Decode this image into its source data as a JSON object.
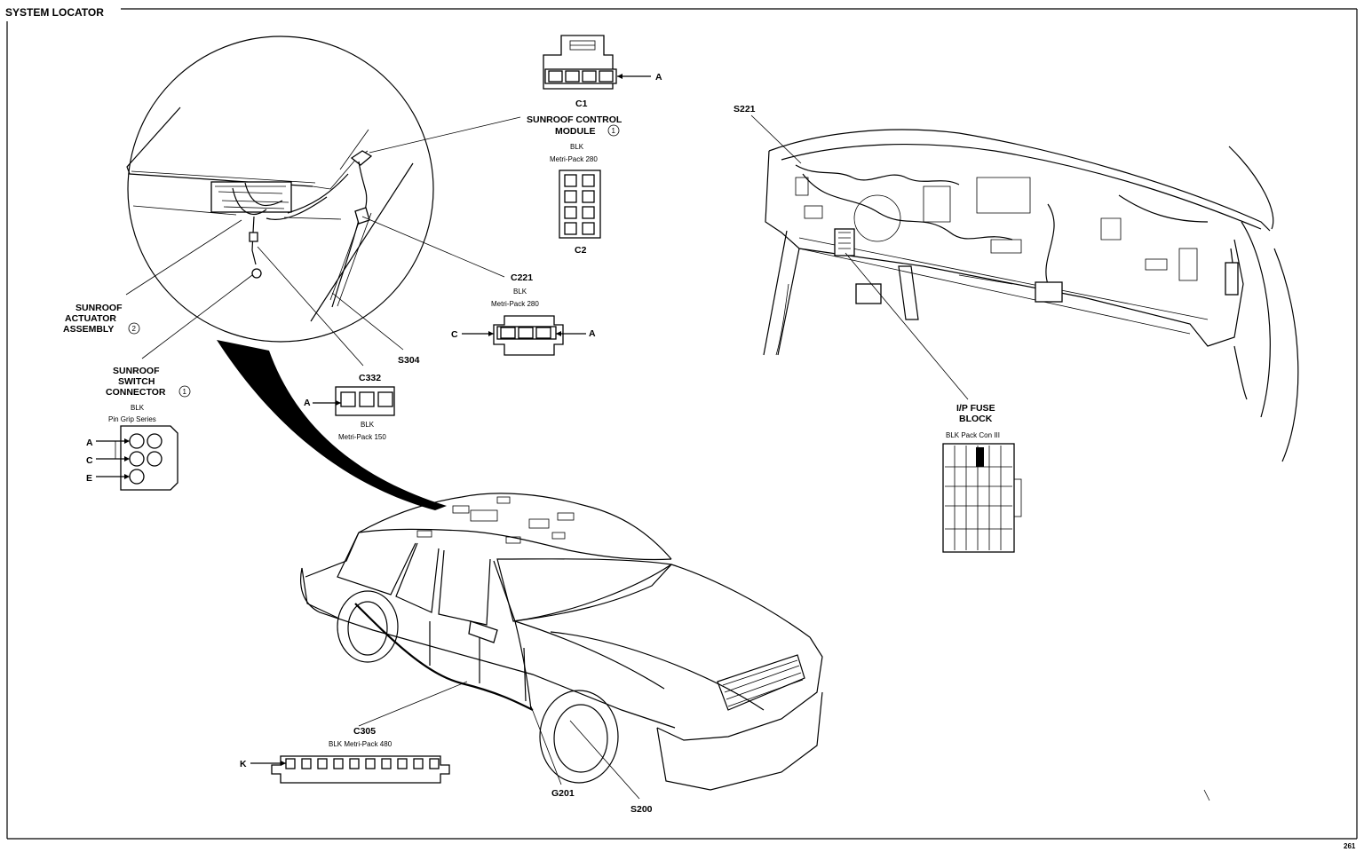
{
  "title": "SYSTEM LOCATOR",
  "page_number": "261",
  "connectors": {
    "c1": {
      "name": "C1",
      "pin_a": "A"
    },
    "sunroof_module": {
      "line1": "SUNROOF CONTROL",
      "line2": "MODULE",
      "note": "1",
      "color": "BLK",
      "series": "Metri-Pack 280"
    },
    "c2": {
      "name": "C2"
    },
    "c221": {
      "name": "C221",
      "color": "BLK",
      "series": "Metri-Pack 280",
      "pin_c": "C",
      "pin_a": "A"
    },
    "c332": {
      "name": "C332",
      "color": "BLK",
      "series": "Metri-Pack 150",
      "pin_a": "A"
    },
    "actuator": {
      "line1": "SUNROOF",
      "line2": "ACTUATOR",
      "line3": "ASSEMBLY",
      "note": "2"
    },
    "switch_conn": {
      "line1": "SUNROOF",
      "line2": "SWITCH",
      "line3": "CONNECTOR",
      "note": "1",
      "color": "BLK",
      "series": "Pin Grip Series",
      "pin_a": "A",
      "pin_c": "C",
      "pin_e": "E"
    },
    "c305": {
      "name": "C305",
      "series": "BLK Metri-Pack 480",
      "pin_k": "K"
    },
    "fuse_block": {
      "line1": "I/P FUSE",
      "line2": "BLOCK",
      "series": "BLK Pack Con III"
    }
  },
  "splices": {
    "s221": "S221",
    "s304": "S304",
    "s200": "S200"
  },
  "grounds": {
    "g201": "G201"
  }
}
